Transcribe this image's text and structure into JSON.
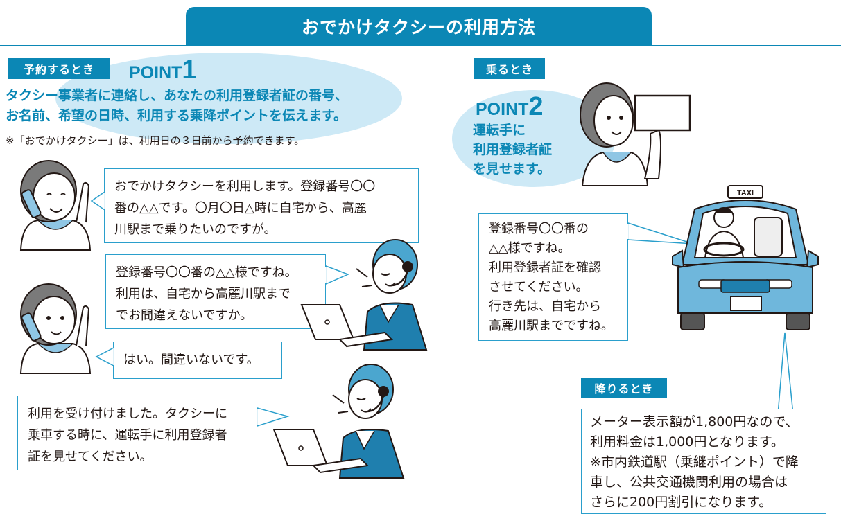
{
  "title": "おでかけタクシーの利用方法",
  "reserve": {
    "label": "予約するとき",
    "point_word": "POINT",
    "point_num": "1",
    "instruction_lines": [
      "タクシー事業者に連絡し、あなたの利用登録者証の番号、",
      "お名前、希望の日時、利用する乗降ポイントを伝えます。"
    ],
    "note": "※「おでかけタクシー」は、利用日の３日前から予約できます。"
  },
  "dialogue": {
    "user_request_lines": [
      "おでかけタクシーを利用します。登録番号〇〇",
      "番の△△です。〇月〇日△時に自宅から、高麗",
      "川駅まで乗りたいのですが。"
    ],
    "operator_confirm_lines": [
      "登録番号〇〇番の△△様ですね。",
      "利用は、自宅から高麗川駅まで",
      "でお間違えないですか。"
    ],
    "user_reply": "はい。間違いないです。",
    "operator_accept_lines": [
      "利用を受け付けました。タクシーに",
      "乗車する時に、運転手に利用登録者",
      "証を見せてください。"
    ]
  },
  "ride": {
    "label": "乗るとき",
    "point_word": "POINT",
    "point_num": "2",
    "instruction_lines": [
      "運転手に",
      "利用登録者証",
      "を見せます。"
    ],
    "driver_lines": [
      "登録番号〇〇番の",
      "△△様ですね。",
      "利用登録者証を確認",
      "させてください。",
      "行き先は、自宅から",
      "高麗川駅までですね。"
    ],
    "taxi_sign": "TAXI"
  },
  "alight": {
    "label": "降りるとき",
    "fare_lines": [
      "メーター表示額が1,800円なので、",
      "利用料金は1,000円となります。",
      "※市内鉄道駅（乗継ポイント）で降",
      "車し、公共交通機関利用の場合は",
      "さらに200円割引になります。"
    ]
  },
  "colors": {
    "accent": "#0b87b5",
    "ellipse": "#cde9f6",
    "car_body": "#6fb7dc"
  }
}
